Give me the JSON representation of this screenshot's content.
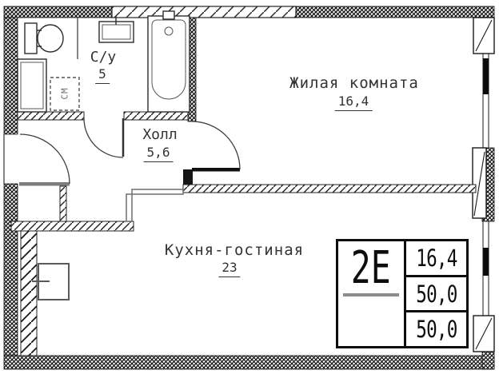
{
  "rooms": [
    {
      "label": "С/у",
      "area": "5"
    },
    {
      "label": "Холл",
      "area": "5,6"
    },
    {
      "label": "Жилая комната",
      "area": "16,4"
    },
    {
      "label": "Кухня-гостиная",
      "area": "23"
    }
  ],
  "fixtures": {
    "washing_machine_label": "СМ"
  },
  "info_table": {
    "unit_type": "2Е",
    "living_area": "16,4",
    "apartment_area": "50,0",
    "total_area": "50,0"
  },
  "colors": {
    "wall": "#141414",
    "thin_line": "#6e6e6e",
    "text": "#333333"
  }
}
